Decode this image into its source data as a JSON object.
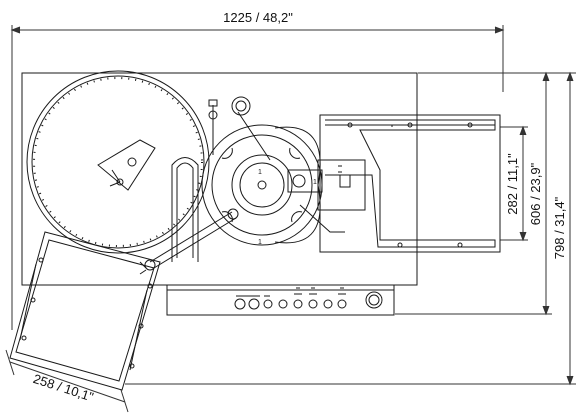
{
  "dimensions": {
    "overall_width": "1225 / 48,2\"",
    "overall_depth": "798 / 31,4\"",
    "body_depth": "606 / 23,9\"",
    "table_depth": "282 / 11,1\"",
    "conveyor_width": "258 / 10,1\""
  },
  "colors": {
    "line": "#1a1a1a",
    "background": "#ffffff",
    "dimension_line": "#333333"
  },
  "icons": [
    "feed-wheel",
    "rotor-turret",
    "conveyor-chute",
    "discharge-table",
    "control-knobs",
    "emergency-stop"
  ]
}
